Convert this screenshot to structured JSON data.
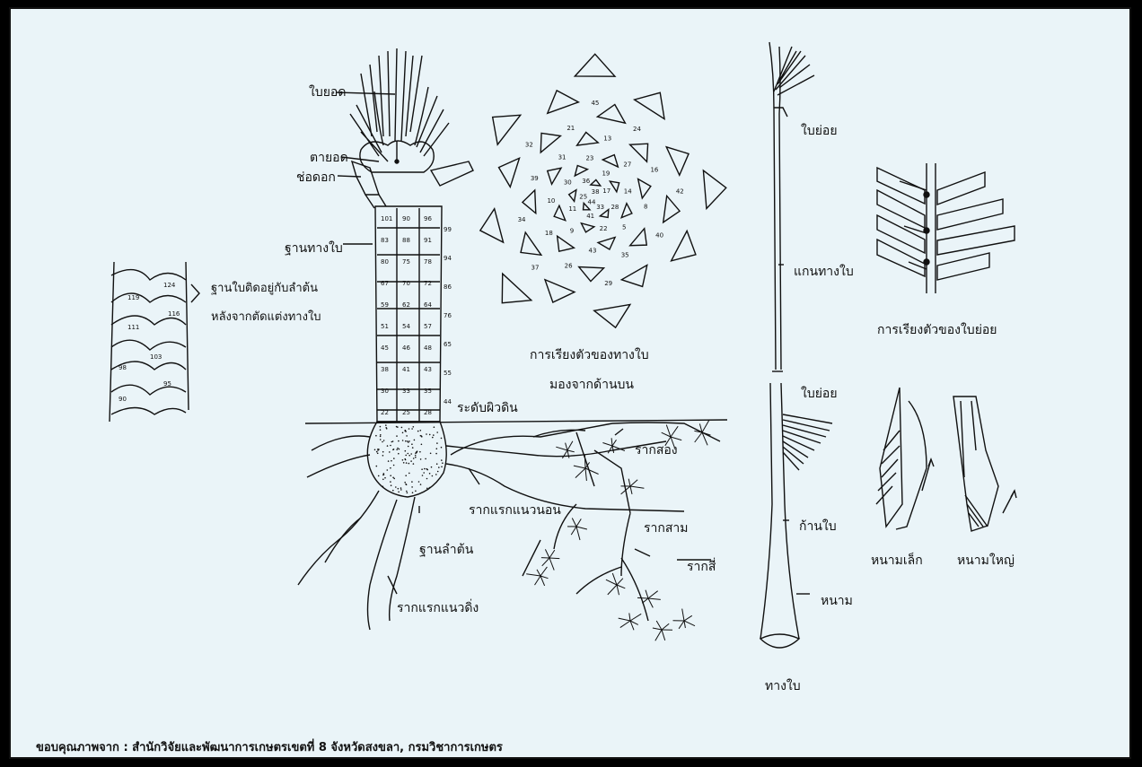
{
  "labels": {
    "bai_yot": "ใบยอด",
    "ta_yot": "ตายอด",
    "cho_dok": "ช่อดอก",
    "than_thang_bai": "ฐานทางใบ",
    "than_bai_tid": "ฐานใบติดอยู่กับลำต้น",
    "lang_jak_tad": "หลังจากตัดแต่งทางใบ",
    "arrangement_title_1": "การเรียงตัวของทางใบ",
    "arrangement_title_2": "มองจากด้านบน",
    "ground_level": "ระดับผิวดิน",
    "rak_song": "รากสอง",
    "rak_raek_nawnon": "รากแรกแนวนอน",
    "rak_sam": "รากสาม",
    "than_lam_ton": "ฐานลำต้น",
    "rak_si": "รากสี่",
    "rak_raek_nawding": "รากแรกแนวดิ่ง",
    "bai_yoi_top": "ใบย่อย",
    "kaen_thang_bai": "แกนทางใบ",
    "bai_yoi_bottom": "ใบย่อย",
    "kan_bai": "ก้านใบ",
    "nam": "หนาม",
    "thang_bai": "ทางใบ",
    "leaflet_arrangement": "การเรียงตัวของใบย่อย",
    "nam_lek": "หนามเล็ก",
    "nam_yai": "หนามใหญ่"
  },
  "trunk_numbers": [
    "101",
    "90",
    "96",
    "83",
    "88",
    "91",
    "80",
    "75",
    "78",
    "67",
    "70",
    "72",
    "59",
    "62",
    "64",
    "51",
    "54",
    "57",
    "45",
    "46",
    "48",
    "38",
    "41",
    "43",
    "30",
    "33",
    "35",
    "22",
    "25",
    "28"
  ],
  "scale_numbers": [
    "124",
    "119",
    "116",
    "111",
    "103",
    "98",
    "95",
    "90"
  ],
  "spiral_numbers": [
    "45",
    "37",
    "42",
    "32",
    "29",
    "24",
    "34",
    "40",
    "21",
    "26",
    "16",
    "39",
    "35",
    "13",
    "18",
    "8",
    "31",
    "43",
    "27",
    "10",
    "5",
    "23",
    "9",
    "14",
    "30",
    "22",
    "19",
    "11",
    "28",
    "36",
    "41",
    "17",
    "25",
    "33",
    "38",
    "44"
  ],
  "side_numbers": [
    "99",
    "94",
    "86",
    "76",
    "65",
    "55",
    "44"
  ],
  "credit": "ขอบคุณภาพจาก : สำนักวิจัยและพัฒนาการเกษตรเขตที่ 8 จังหวัดสงขลา, กรมวิชาการเกษตร",
  "colors": {
    "background": "#eaf4f8",
    "line": "#111111",
    "frame": "#000000"
  }
}
